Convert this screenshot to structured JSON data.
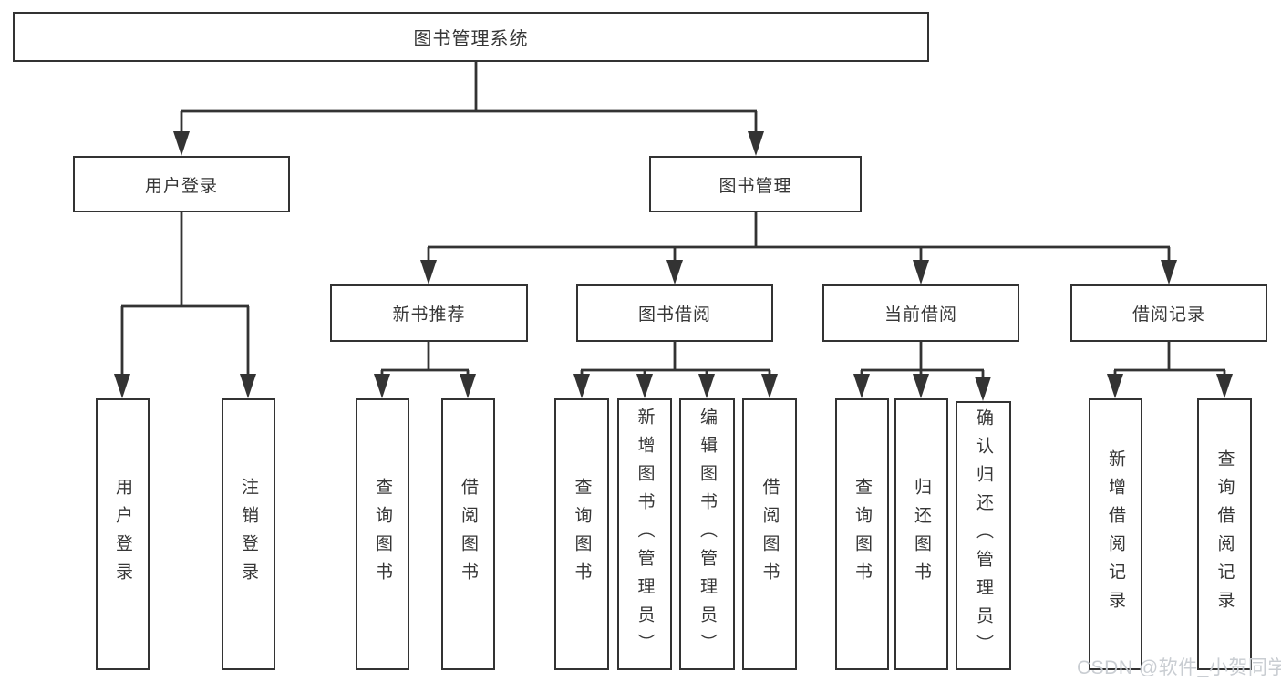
{
  "diagram": {
    "root": {
      "label": "图书管理系统"
    },
    "level2": [
      {
        "id": "user-login",
        "label": "用户登录"
      },
      {
        "id": "book-management",
        "label": "图书管理"
      }
    ],
    "level3": [
      {
        "id": "new-book-recommend",
        "label": "新书推荐"
      },
      {
        "id": "book-borrow",
        "label": "图书借阅"
      },
      {
        "id": "current-borrow",
        "label": "当前借阅"
      },
      {
        "id": "borrow-records",
        "label": "借阅记录"
      }
    ],
    "leaves": [
      {
        "id": "user-login-leaf",
        "parent": "user-login",
        "label": "用户登录"
      },
      {
        "id": "logout-leaf",
        "parent": "user-login",
        "label": "注销登录"
      },
      {
        "id": "query-books-recommend",
        "parent": "new-book-recommend",
        "label": "查询图书"
      },
      {
        "id": "borrow-books-recommend",
        "parent": "new-book-recommend",
        "label": "借阅图书"
      },
      {
        "id": "query-books-borrow",
        "parent": "book-borrow",
        "label": "查询图书"
      },
      {
        "id": "add-books-admin",
        "parent": "book-borrow",
        "label": "新增图书（管理员）"
      },
      {
        "id": "edit-books-admin",
        "parent": "book-borrow",
        "label": "编辑图书（管理员）"
      },
      {
        "id": "borrow-books-borrow",
        "parent": "book-borrow",
        "label": "借阅图书"
      },
      {
        "id": "query-books-current",
        "parent": "current-borrow",
        "label": "查询图书"
      },
      {
        "id": "return-books",
        "parent": "current-borrow",
        "label": "归还图书"
      },
      {
        "id": "confirm-return-admin",
        "parent": "current-borrow",
        "label": "确认归还（管理员）"
      },
      {
        "id": "add-borrow-record",
        "parent": "borrow-records",
        "label": "新增借阅记录"
      },
      {
        "id": "query-borrow-record",
        "parent": "borrow-records",
        "label": "查询借阅记录"
      }
    ]
  },
  "watermark": {
    "text": "CSDN @软件_小贺同学"
  },
  "colors": {
    "line": "#333333",
    "box_border": "#333333",
    "text": "#363636",
    "background": "#ffffff",
    "watermark": "#c6cad0"
  }
}
